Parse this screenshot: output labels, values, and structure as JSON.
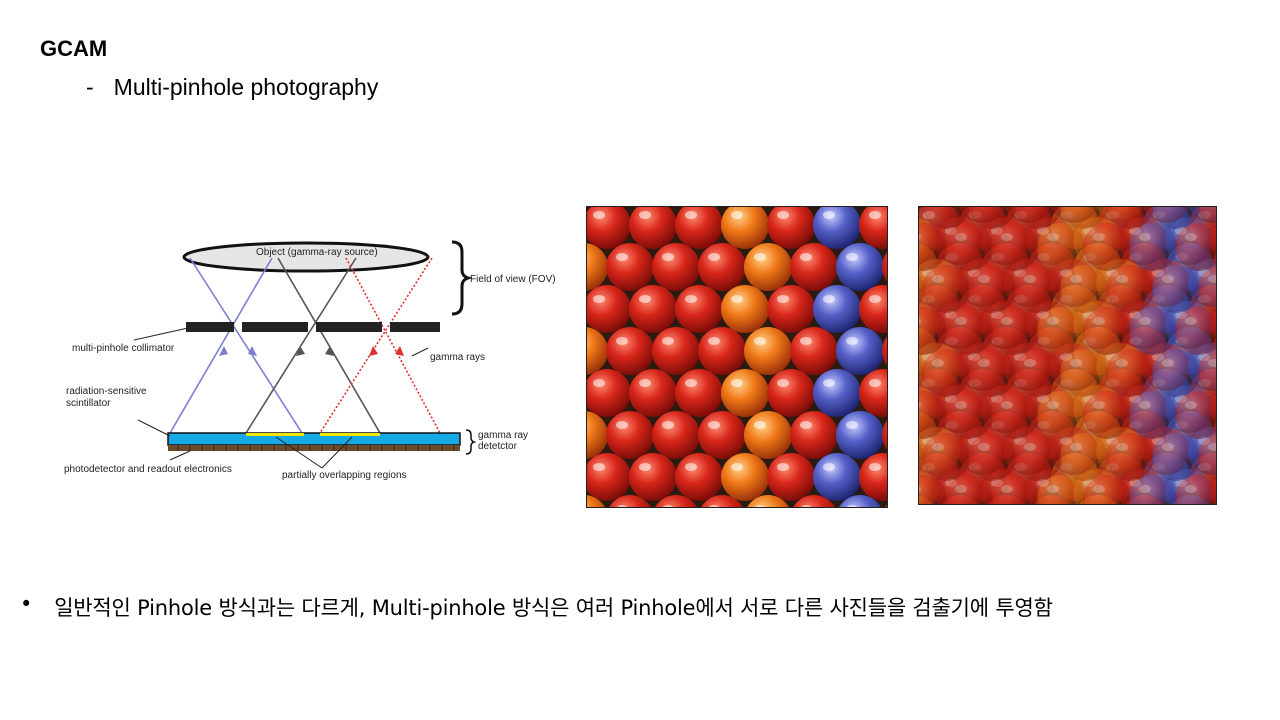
{
  "slide": {
    "title": "GCAM",
    "sub_bullet": "-",
    "subtitle": "Multi-pinhole photography",
    "bullet": "•",
    "body_text": "일반적인 Pinhole 방식과는 다르게, Multi-pinhole 방식은 여러 Pinhole에서 서로 다른 사진들을 검출기에 투영함"
  },
  "diagram": {
    "object_label": "Object (gamma-ray source)",
    "fov_label": "Field of view (FOV)",
    "collimator_label": "multi-pinhole collimator",
    "gamma_rays_label": "gamma rays",
    "scintillator_label_1": "radiation-sensitive",
    "scintillator_label_2": "scintillator",
    "detector_label_1": "gamma ray",
    "detector_label_2": "detetctor",
    "photodetector_label": "photodetector and readout electronics",
    "overlap_label": "partially overlapping regions",
    "colors": {
      "blue_ray": "#7b7fcf",
      "black_ray": "#555555",
      "red_ray": "#e03030",
      "detector": "#17a9e6",
      "overlap": "#f2e600"
    }
  },
  "images": {
    "single_pinhole": "photo of colorful candy balls (single pinhole)",
    "multi_pinhole": "overlapping multi-pinhole image of candy balls"
  }
}
